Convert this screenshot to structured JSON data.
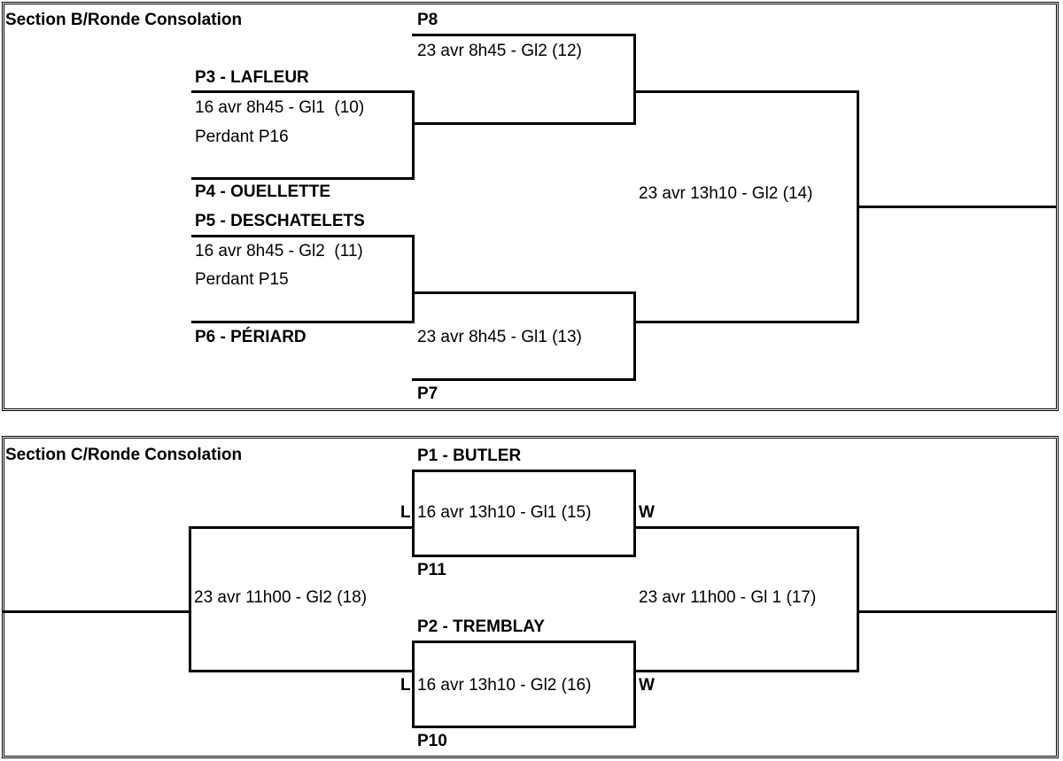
{
  "section_b": {
    "title": "Section B/Ronde Consolation",
    "p8": "P8",
    "m12": "23 avr 8h45 - Gl2 (12)",
    "p3": "P3 - LAFLEUR",
    "m10": "16 avr 8h45 - Gl1  (10)",
    "m10_note": "Perdant P16",
    "p4": "P4 - OUELLETTE",
    "p5": "P5 - DESCHATELETS",
    "m11": "16 avr 8h45 - Gl2  (11)",
    "m11_note": "Perdant P15",
    "p6": "P6 - PÉRIARD",
    "m13": "23 avr 8h45 - Gl1 (13)",
    "p7": "P7",
    "m14": "23 avr 13h10 - Gl2 (14)"
  },
  "section_c": {
    "title": "Section C/Ronde Consolation",
    "p1": "P1 - BUTLER",
    "m15": "16 avr 13h10 - Gl1 (15)",
    "p11": "P11",
    "p2": "P2 - TREMBLAY",
    "m16": "16 avr 13h10 - Gl2 (16)",
    "p10": "P10",
    "m18": "23 avr 11h00 - Gl2 (18)",
    "m17": "23 avr 11h00 - Gl 1 (17)",
    "loser_mark": "L",
    "winner_mark": "W"
  }
}
